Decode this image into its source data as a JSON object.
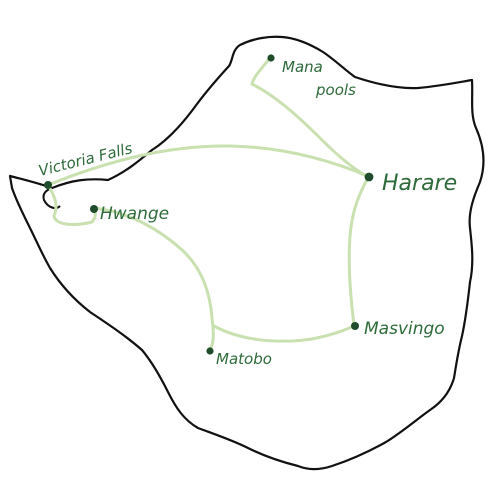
{
  "map": {
    "cities": [
      {
        "id": "mana-pools",
        "label_lines": [
          "Mana",
          "pools"
        ]
      },
      {
        "id": "victoria-falls",
        "label_lines": [
          "Victoria Falls"
        ]
      },
      {
        "id": "harare",
        "label_lines": [
          "Harare"
        ]
      },
      {
        "id": "hwange",
        "label_lines": [
          "Hwange"
        ]
      },
      {
        "id": "masvingo",
        "label_lines": [
          "Masvingo"
        ]
      },
      {
        "id": "matobo",
        "label_lines": [
          "Matobo"
        ]
      }
    ],
    "colors": {
      "border": "#111111",
      "route": "#c9e0b0",
      "city": "#1f4d2b",
      "label": "#2f6b3a"
    }
  }
}
